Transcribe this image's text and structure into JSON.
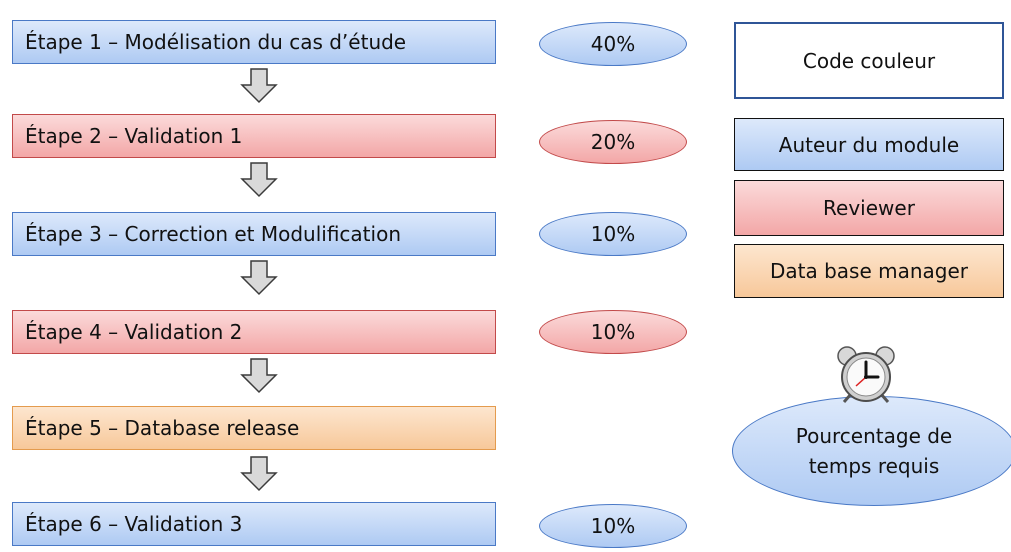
{
  "steps": [
    {
      "label": "Étape 1 – Modélisation du cas d’étude",
      "role": "blue"
    },
    {
      "label": "Étape 2 – Validation 1",
      "role": "red"
    },
    {
      "label": "Étape 3 – Correction et Modulification",
      "role": "blue"
    },
    {
      "label": "Étape 4 – Validation 2",
      "role": "red"
    },
    {
      "label": "Étape 5 – Database release",
      "role": "orange"
    },
    {
      "label": "Étape 6 – Validation 3",
      "role": "blue"
    }
  ],
  "percentages": [
    {
      "value": "40%",
      "role": "blue"
    },
    {
      "value": "20%",
      "role": "red"
    },
    {
      "value": "10%",
      "role": "blue"
    },
    {
      "value": "10%",
      "role": "red"
    },
    {
      "value": "10%",
      "role": "blue"
    }
  ],
  "legend": {
    "title": "Code couleur",
    "items": [
      {
        "label": "Auteur du module",
        "color": "blue"
      },
      {
        "label": "Reviewer",
        "color": "red"
      },
      {
        "label": "Data base manager",
        "color": "orange"
      }
    ]
  },
  "time_note": {
    "line1": "Pourcentage de",
    "line2": "temps requis",
    "icon": "alarm-clock-icon"
  },
  "colors": {
    "blue": "#aecaf3",
    "red": "#f3a7a7",
    "orange": "#f7c89a",
    "arrow": "#d9d9d9"
  }
}
